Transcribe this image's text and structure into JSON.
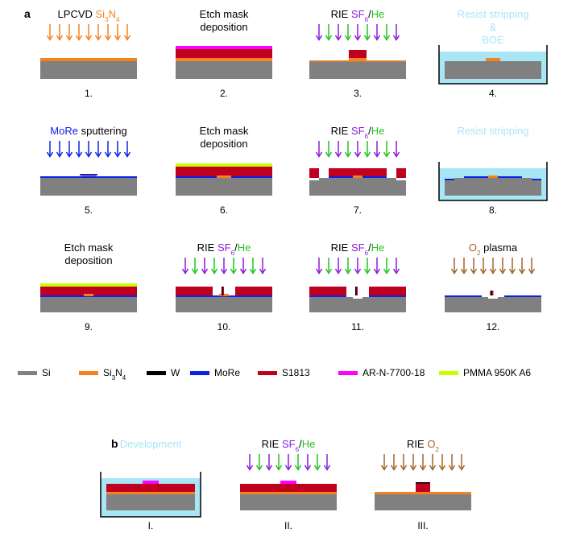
{
  "panel_a_label": "a",
  "panel_b_label": "b",
  "colors": {
    "si": "#808080",
    "si3n4": "#f5821f",
    "w": "#000000",
    "more": "#0a22e6",
    "s1813": "#c0001e",
    "ar": "#ff00ff",
    "pmma": "#c5ff00",
    "liquid": "#a8e6f5",
    "sf6_arrow": "#8a1cdc",
    "he_arrow": "#22c41c",
    "orange_arrow": "#f5821f",
    "blue_arrow": "#0a22e6",
    "brown_arrow": "#a0662a"
  },
  "steps": [
    {
      "number": "1.",
      "title_parts": [
        {
          "t": "LPCVD ",
          "c": "#000000"
        },
        {
          "t": "Si",
          "c": "#f5821f"
        },
        {
          "t": "3",
          "c": "#f5821f",
          "sub": true
        },
        {
          "t": "N",
          "c": "#f5821f"
        },
        {
          "t": "4",
          "c": "#f5821f",
          "sub": true
        }
      ]
    },
    {
      "number": "2.",
      "title_lines": [
        "Etch mask",
        "deposition"
      ]
    },
    {
      "number": "3.",
      "title_parts": [
        {
          "t": "RIE ",
          "c": "#000000"
        },
        {
          "t": "SF",
          "c": "#8a1cdc"
        },
        {
          "t": "6",
          "c": "#8a1cdc",
          "sub": true
        },
        {
          "t": "/",
          "c": "#000000"
        },
        {
          "t": "He",
          "c": "#22c41c"
        }
      ]
    },
    {
      "number": "4.",
      "title_lines": [
        "Resist stripping",
        "&",
        "BOE"
      ]
    },
    {
      "number": "5.",
      "title_parts": [
        {
          "t": "MoRe",
          "c": "#0a22e6"
        },
        {
          "t": " sputtering",
          "c": "#000000"
        }
      ]
    },
    {
      "number": "6.",
      "title_lines": [
        "Etch mask",
        "deposition"
      ]
    },
    {
      "number": "7.",
      "title_parts": [
        {
          "t": "RIE ",
          "c": "#000000"
        },
        {
          "t": "SF",
          "c": "#8a1cdc"
        },
        {
          "t": "6",
          "c": "#8a1cdc",
          "sub": true
        },
        {
          "t": "/",
          "c": "#000000"
        },
        {
          "t": "He",
          "c": "#22c41c"
        }
      ]
    },
    {
      "number": "8.",
      "title_lines": [
        "Resist stripping"
      ]
    },
    {
      "number": "9.",
      "title_lines": [
        "Etch mask",
        "deposition"
      ]
    },
    {
      "number": "10.",
      "title_parts": [
        {
          "t": "RIE ",
          "c": "#000000"
        },
        {
          "t": "SF",
          "c": "#8a1cdc"
        },
        {
          "t": "6",
          "c": "#8a1cdc",
          "sub": true
        },
        {
          "t": "/",
          "c": "#000000"
        },
        {
          "t": "He",
          "c": "#22c41c"
        }
      ]
    },
    {
      "number": "11.",
      "title_parts": [
        {
          "t": "RIE ",
          "c": "#000000"
        },
        {
          "t": "SF",
          "c": "#8a1cdc"
        },
        {
          "t": "6",
          "c": "#8a1cdc",
          "sub": true
        },
        {
          "t": "/",
          "c": "#000000"
        },
        {
          "t": "He",
          "c": "#22c41c"
        }
      ]
    },
    {
      "number": "12.",
      "title_parts": [
        {
          "t": "O",
          "c": "#a0662a"
        },
        {
          "t": "2",
          "c": "#a0662a",
          "sub": true
        },
        {
          "t": " plasma",
          "c": "#000000"
        }
      ]
    }
  ],
  "legend": [
    {
      "key": "si",
      "label_parts": [
        {
          "t": "Si"
        }
      ]
    },
    {
      "key": "si3n4",
      "label_parts": [
        {
          "t": "Si"
        },
        {
          "t": "3",
          "sub": true
        },
        {
          "t": "N"
        },
        {
          "t": "4",
          "sub": true
        }
      ]
    },
    {
      "key": "w",
      "label_parts": [
        {
          "t": "W"
        }
      ]
    },
    {
      "key": "more",
      "label_parts": [
        {
          "t": "MoRe"
        }
      ]
    },
    {
      "key": "s1813",
      "label_parts": [
        {
          "t": "S1813"
        }
      ]
    },
    {
      "key": "ar",
      "label_parts": [
        {
          "t": "AR-N-7700-18"
        }
      ]
    },
    {
      "key": "pmma",
      "label_parts": [
        {
          "t": "PMMA 950K A6"
        }
      ]
    }
  ],
  "steps_b": [
    {
      "number": "I.",
      "title_lines": [
        "Development"
      ]
    },
    {
      "number": "II.",
      "title_parts": [
        {
          "t": "RIE ",
          "c": "#000000"
        },
        {
          "t": "SF",
          "c": "#8a1cdc"
        },
        {
          "t": "6",
          "c": "#8a1cdc",
          "sub": true
        },
        {
          "t": "/",
          "c": "#000000"
        },
        {
          "t": "He",
          "c": "#22c41c"
        }
      ]
    },
    {
      "number": "III.",
      "title_parts": [
        {
          "t": "RIE ",
          "c": "#000000"
        },
        {
          "t": "O",
          "c": "#a0662a"
        },
        {
          "t": "2",
          "c": "#a0662a",
          "sub": true
        }
      ]
    }
  ]
}
